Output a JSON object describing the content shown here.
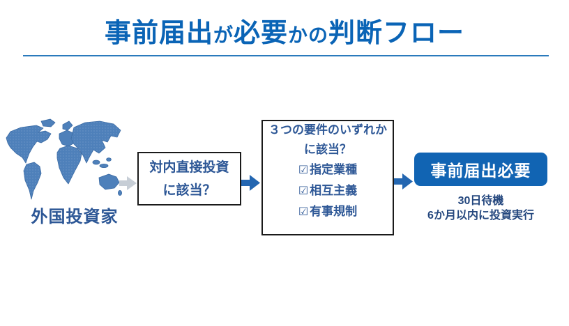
{
  "slide": {
    "title": {
      "p1": "事前届出",
      "p2": "が",
      "p3": "必要",
      "p4": "かの",
      "p5": "判断フロー"
    },
    "flow": {
      "investor": {
        "icon": "world-map",
        "label": "外国投資家"
      },
      "box1": {
        "line1": "対内直接投資",
        "line2": "に該当？"
      },
      "box2": {
        "line1": "３つの要件のいずれか",
        "line2": "に該当？",
        "items": [
          {
            "glyph": "☑",
            "label": "指定業種"
          },
          {
            "glyph": "☑",
            "label": "相互主義"
          },
          {
            "glyph": "☑",
            "label": "有事規制"
          }
        ]
      },
      "result": {
        "label": "事前届出必要",
        "note1": "30日待機",
        "note2": "6か月以内に投資実行"
      }
    },
    "colors": {
      "title_blue": "#0a64b6",
      "rule_blue": "#2a7abc",
      "text_navy": "#2d5796",
      "notes_navy": "#24477e",
      "result_bg": "#1164b3",
      "map_fill": "#4e80ba",
      "map_stroke": "#3a6aa4",
      "arrow_gray": "#c7ced6",
      "arrow_blue": "#2366b1"
    }
  }
}
